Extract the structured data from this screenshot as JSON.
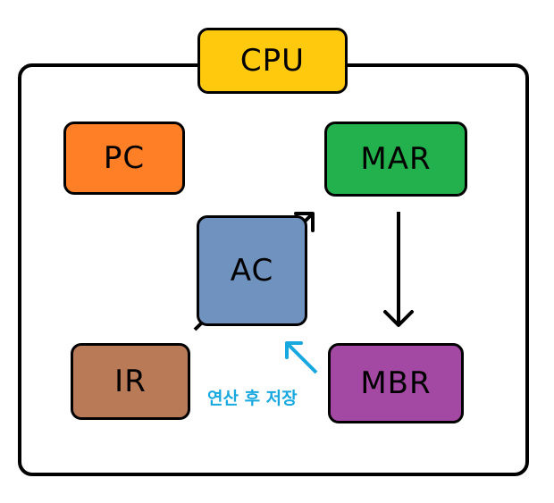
{
  "nodes": {
    "cpu": {
      "label": "CPU",
      "color": "#ffc90e"
    },
    "pc": {
      "label": "PC",
      "color": "#ff7f27"
    },
    "mar": {
      "label": "MAR",
      "color": "#22b14c"
    },
    "ac": {
      "label": "AC",
      "color": "#7092be"
    },
    "ir": {
      "label": "IR",
      "color": "#b97a57"
    },
    "mbr": {
      "label": "MBR",
      "color": "#a349a4"
    }
  },
  "edges": [
    {
      "from": "ir",
      "to": "mar",
      "color": "#000000"
    },
    {
      "from": "mar",
      "to": "mbr",
      "color": "#000000"
    },
    {
      "from": "mbr",
      "to": "ac",
      "color": "#16a8df",
      "label": "연산 후 저장"
    }
  ],
  "colors": {
    "frame": "#000000",
    "caption": "#16a8df"
  }
}
